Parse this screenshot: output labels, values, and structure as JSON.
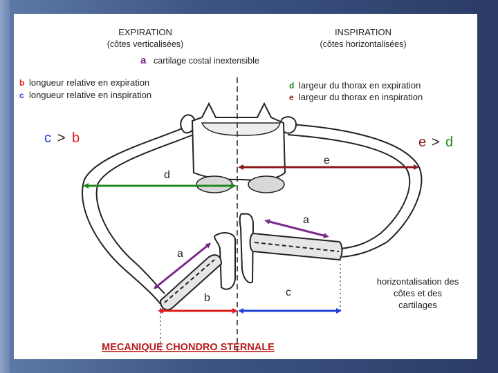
{
  "header": {
    "expiration_title": "EXPIRATION",
    "expiration_sub": "(côtes verticalisées)",
    "inspiration_title": "INSPIRATION",
    "inspiration_sub": "(côtes horizontalisées)",
    "a_letter": "a",
    "a_text": "cartilage costal inextensible"
  },
  "legend": {
    "b_letter": "b",
    "b_text": "longueur relative en expiration",
    "c_letter": "c",
    "c_text": "longueur relative en inspiration",
    "d_letter": "d",
    "d_text": "largeur du thorax en expiration",
    "e_letter": "e",
    "e_text": "largeur du thorax en inspiration"
  },
  "relations": {
    "c": "c",
    "gt": ">",
    "b": "b",
    "e": "e",
    "d": "d"
  },
  "labels": {
    "e": "e",
    "d": "d",
    "a_right": "a",
    "a_left": "a",
    "b": "b",
    "c": "c"
  },
  "note": {
    "line1": "horizontalisation des",
    "line2": "côtes et des",
    "line3": "cartilages"
  },
  "footer": {
    "title": "MECANIQUE CHONDRO STERNALE"
  },
  "colors": {
    "a": "#7b2a8c",
    "b": "#e21b1b",
    "c": "#1f3fd6",
    "d": "#1c8a1c",
    "e": "#8b1a1a",
    "bone": "#222222"
  }
}
